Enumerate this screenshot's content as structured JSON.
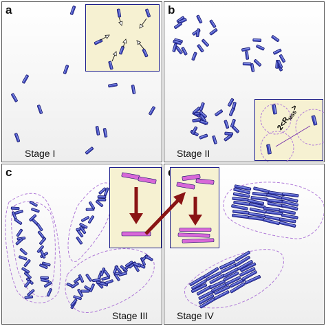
{
  "panels": [
    {
      "letter": "a",
      "stage": "Stage I"
    },
    {
      "letter": "b",
      "stage": "Stage II"
    },
    {
      "letter": "c",
      "stage": "Stage III"
    },
    {
      "letter": "d",
      "stage": "Stage IV"
    }
  ],
  "radius_label": "2<R",
  "radius_sub": "MSS",
  "radius_close": ">",
  "colors": {
    "rod_fill": "#3b44b8",
    "rod_highlight": "#9aa6f0",
    "rod_stroke": "#101060",
    "magenta_rod": "#d868d8",
    "inset_bg": "#f6f1d2",
    "dashed_halo": "#b07ad8",
    "arrow_red": "#8a1414"
  }
}
